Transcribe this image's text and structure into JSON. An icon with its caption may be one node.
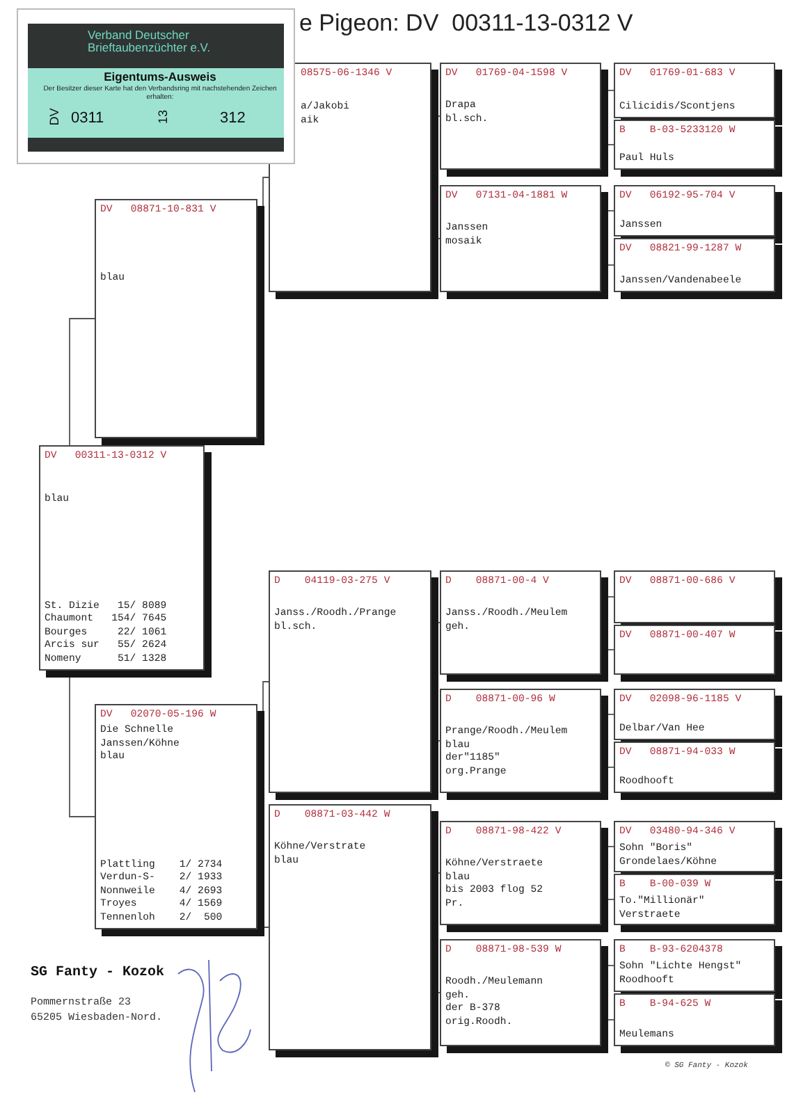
{
  "diagram": {
    "title": "e Pigeon: DV  00311-13-0312 V",
    "nodes": [
      {
        "text": [
          "DV   00311-13-0312 V",
          "blau",
          "St. Dizie   15/ 8089",
          "Chaumont   154/ 7645",
          "Bourges     22/ 1061",
          "Arcis sur   55/ 2624",
          "Nomeny      51/ 1328"
        ]
      },
      {
        "text": [
          "DV   08871-10-831 V",
          "blau"
        ]
      },
      {
        "text": [
          "DV   02070-05-196 W",
          "Die Schnelle",
          "Janssen/Köhne",
          "blau",
          "Plattling    1/ 2734",
          "Verdun-S-    2/ 1933",
          "Nonnweile    4/ 2693",
          "Troyes       4/ 1569",
          "Tennenloh    2/  500"
        ]
      },
      {
        "text": [
          "08575-06-1346 V",
          "a/Jakobi",
          "aik"
        ]
      },
      {
        "text": [
          "D    04119-03-275 V",
          "Janss./Roodh./Prange",
          "bl.sch."
        ]
      },
      {
        "text": [
          "D    08871-03-442 W",
          "Köhne/Verstrate",
          "blau"
        ]
      },
      {
        "text": [
          "DV   01769-04-1598 V",
          "Drapa",
          "bl.sch."
        ]
      },
      {
        "text": [
          "DV   07131-04-1881 W",
          "Janssen",
          "mosaik"
        ]
      },
      {
        "text": [
          "D    08871-00-4 V",
          "Janss./Roodh./Meulem",
          "geh."
        ]
      },
      {
        "text": [
          "D    08871-00-96 W",
          "Prange/Roodh./Meulem",
          "blau",
          "der\"1185\"",
          "org.Prange"
        ]
      },
      {
        "text": [
          "D    08871-98-422 V",
          "Köhne/Verstraete",
          "blau",
          "bis 2003 flog 52",
          "Pr."
        ]
      },
      {
        "text": [
          "D    08871-98-539 W",
          "Roodh./Meulemann",
          "geh.",
          "der B-378",
          "orig.Roodh."
        ]
      },
      {
        "text": [
          "DV   01769-01-683 V",
          "Cilicidis/Scontjens"
        ]
      },
      {
        "text": [
          "B    B-03-5233120 W",
          "Paul Huls"
        ]
      },
      {
        "text": [
          "DV   06192-95-704 V",
          "Janssen"
        ]
      },
      {
        "text": [
          "DV   08821-99-1287 W",
          "Janssen/Vandenabeele"
        ]
      },
      {
        "text": [
          "DV   08871-00-686 V"
        ]
      },
      {
        "text": [
          "DV   08871-00-407 W"
        ]
      },
      {
        "text": [
          "DV   02098-96-1185 V",
          "Delbar/Van Hee"
        ]
      },
      {
        "text": [
          "DV   08871-94-033 W",
          "Roodhooft"
        ]
      },
      {
        "text": [
          "DV   03480-94-346 V",
          "Sohn \"Boris\"",
          "Grondelaes/Köhne"
        ]
      },
      {
        "text": [
          "B    B-00-039 W",
          "To.\"Millionär\"",
          "Verstraete"
        ]
      },
      {
        "text": [
          "B    B-93-6204378",
          "Sohn \"Lichte Hengst\"",
          "Roodhooft"
        ]
      },
      {
        "text": [
          "B    B-94-625 W",
          "Meulemans"
        ]
      },
      {
        "text": [
          "Verband Deutscher Brieftaubenzüchter e.V.",
          "Eigentums-Ausweis",
          "Der Besitzer dieser Karte hat den Verbandsring mit nachstehenden Zeichen erhalten:",
          "DV",
          "0311",
          "13",
          "312"
        ]
      }
    ],
    "edges": [
      {
        "from": 0,
        "to": 1,
        "arrow": "none"
      },
      {
        "from": 0,
        "to": 2,
        "arrow": "none"
      },
      {
        "from": 1,
        "to": 3,
        "arrow": "none"
      },
      {
        "from": 2,
        "to": 4,
        "arrow": "none"
      },
      {
        "from": 2,
        "to": 5,
        "arrow": "none"
      },
      {
        "from": 3,
        "to": 6,
        "arrow": "none"
      },
      {
        "from": 3,
        "to": 7,
        "arrow": "none"
      },
      {
        "from": 4,
        "to": 8,
        "arrow": "none"
      },
      {
        "from": 4,
        "to": 9,
        "arrow": "none"
      },
      {
        "from": 5,
        "to": 10,
        "arrow": "none"
      },
      {
        "from": 5,
        "to": 11,
        "arrow": "none"
      },
      {
        "from": 6,
        "to": 12,
        "arrow": "none"
      },
      {
        "from": 6,
        "to": 13,
        "arrow": "none"
      },
      {
        "from": 7,
        "to": 14,
        "arrow": "none"
      },
      {
        "from": 7,
        "to": 15,
        "arrow": "none"
      },
      {
        "from": 8,
        "to": 16,
        "arrow": "none"
      },
      {
        "from": 8,
        "to": 17,
        "arrow": "none"
      },
      {
        "from": 9,
        "to": 18,
        "arrow": "none"
      },
      {
        "from": 9,
        "to": 19,
        "arrow": "none"
      },
      {
        "from": 10,
        "to": 20,
        "arrow": "none"
      },
      {
        "from": 10,
        "to": 21,
        "arrow": "none"
      },
      {
        "from": 11,
        "to": 22,
        "arrow": "none"
      },
      {
        "from": 11,
        "to": 23,
        "arrow": "none"
      }
    ],
    "labels": [
      "SG Fanty - Kozok",
      "Pommernstraße 23",
      "65205 Wiesbaden-Nord.",
      "© SG Fanty - Kozok"
    ]
  }
}
